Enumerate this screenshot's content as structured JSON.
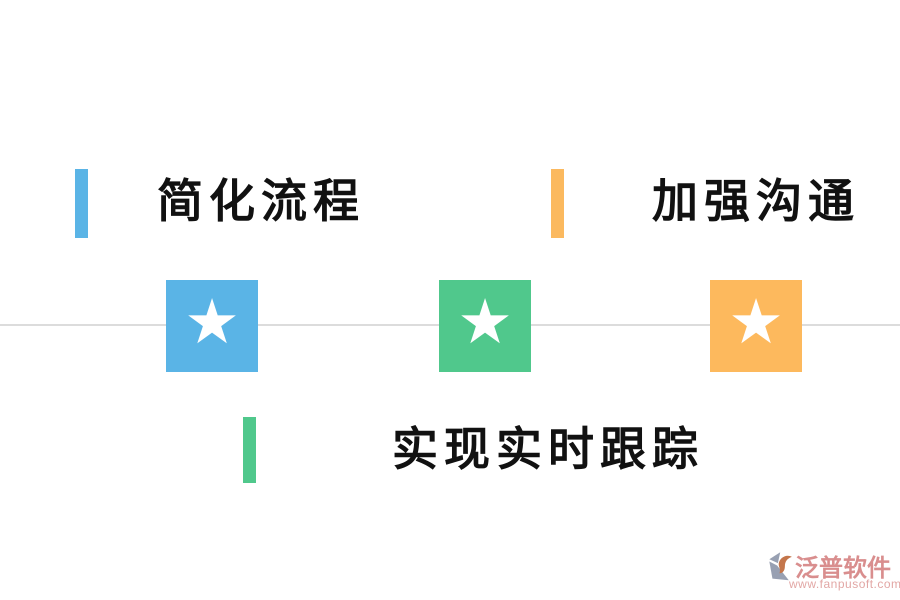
{
  "canvas": {
    "background": "#FFFFFF",
    "divider_color": "#DCDCDC"
  },
  "features": {
    "top_left": {
      "label": "简化流程",
      "accent": "#5AB4E6"
    },
    "top_right": {
      "label": "加强沟通",
      "accent": "#FBB95F"
    },
    "bottom_center": {
      "label": "实现实时跟踪",
      "accent": "#50C88C"
    }
  },
  "timeline": {
    "star_glyph": "★",
    "nodes": [
      {
        "name": "milestone-1",
        "color": "#5AB4E6"
      },
      {
        "name": "milestone-2",
        "color": "#50C88C"
      },
      {
        "name": "milestone-3",
        "color": "#FDB95D"
      }
    ]
  },
  "logo": {
    "name": "泛普软件",
    "url": "www.fanpusoft.com",
    "name_color": "#D98E8E",
    "url_color": "#E2A7A5",
    "icon_gray": "#98A0B2",
    "icon_orange": "#C4764B"
  }
}
